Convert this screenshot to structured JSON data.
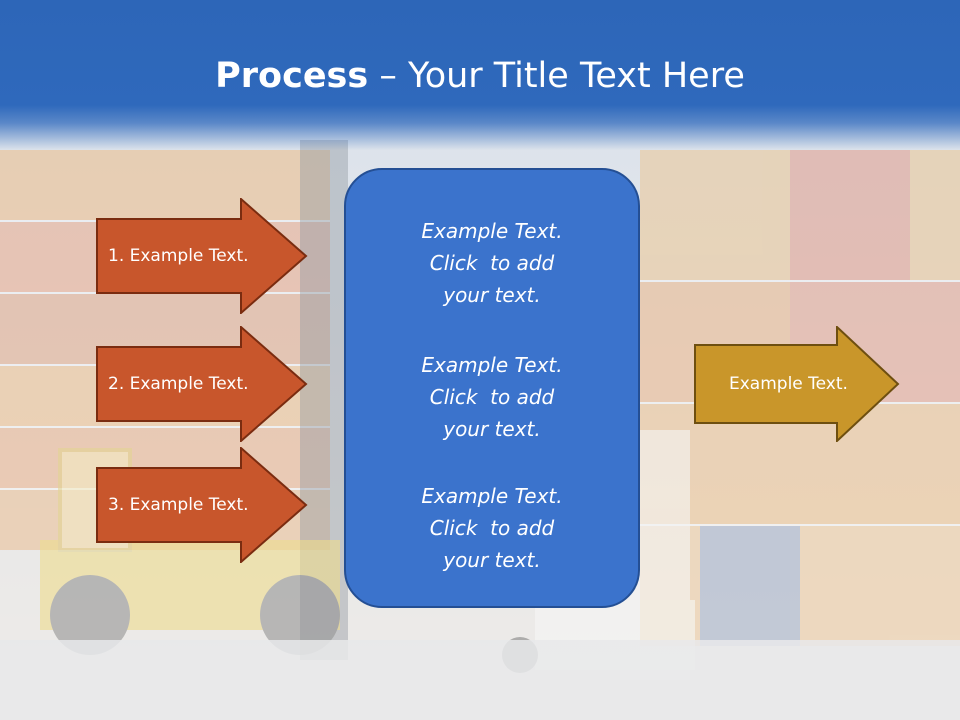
{
  "title": {
    "bold": "Process",
    "rest": " – Your Title Text Here"
  },
  "left_arrows": [
    {
      "label": "1. Example Text."
    },
    {
      "label": "2. Example Text."
    },
    {
      "label": "3. Example Text."
    }
  ],
  "center_panel": {
    "blocks": [
      {
        "lines": [
          "Example Text.",
          "Click  to add",
          "your text."
        ]
      },
      {
        "lines": [
          "Example Text.",
          "Click  to add",
          "your text."
        ]
      },
      {
        "lines": [
          "Example Text.",
          "Click  to add",
          "your text."
        ]
      }
    ]
  },
  "right_arrow": {
    "label": "Example Text."
  },
  "colors": {
    "header": "#2f69bc",
    "orange_arrow": "#c8562c",
    "gold_arrow": "#c9962a",
    "panel": "#3b73cc"
  }
}
